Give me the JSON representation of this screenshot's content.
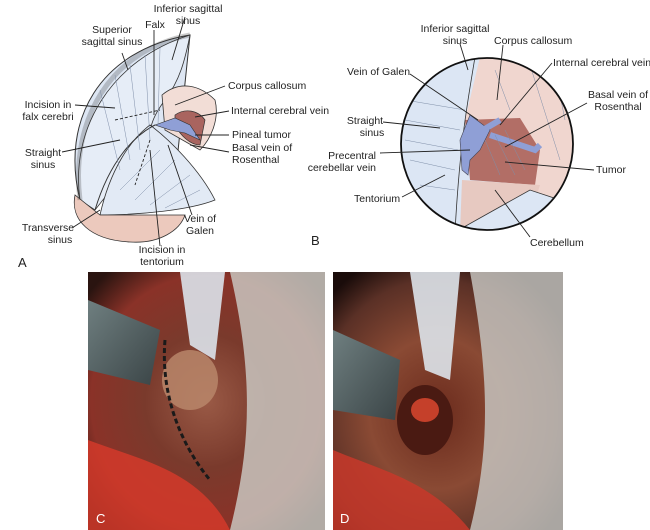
{
  "panel_a": {
    "letter": "A",
    "labels": {
      "inferior_sagittal_sinus": [
        "Inferior sagittal",
        "sinus"
      ],
      "falx": [
        "Falx"
      ],
      "superior_sagittal_sinus": [
        "Superior",
        "sagittal sinus"
      ],
      "corpus_callosum": [
        "Corpus callosum"
      ],
      "internal_cerebral_vein": [
        "Internal cerebral vein"
      ],
      "pineal_tumor": [
        "Pineal tumor"
      ],
      "basal_vein": [
        "Basal vein of",
        "Rosenthal"
      ],
      "incision_falx": [
        "Incision in",
        "falx cerebri"
      ],
      "straight_sinus": [
        "Straight",
        "sinus"
      ],
      "transverse_sinus": [
        "Transverse",
        "sinus"
      ],
      "vein_of_galen": [
        "Vein of",
        "Galen"
      ],
      "incision_tentorium": [
        "Incision in",
        "tentorium"
      ]
    }
  },
  "panel_b": {
    "letter": "B",
    "labels": {
      "inferior_sagittal_sinus": [
        "Inferior sagittal",
        "sinus"
      ],
      "corpus_callosum": [
        "Corpus callosum"
      ],
      "internal_cerebral_vein": [
        "Internal cerebral vein"
      ],
      "vein_of_galen": [
        "Vein of Galen"
      ],
      "basal_vein": [
        "Basal vein of",
        "Rosenthal"
      ],
      "straight_sinus": [
        "Straight",
        "sinus"
      ],
      "precentral_vein": [
        "Precentral",
        "cerebellar vein"
      ],
      "tumor": [
        "Tumor"
      ],
      "tentorium": [
        "Tentorium"
      ],
      "cerebellum": [
        "Cerebellum"
      ]
    }
  },
  "panel_c": {
    "letter": "C"
  },
  "panel_d": {
    "letter": "D"
  },
  "colors": {
    "sinus": "#dde6f3",
    "vein": "#8f9fd6",
    "tumor": "#a9645f",
    "brain": "#f0d6cf"
  }
}
